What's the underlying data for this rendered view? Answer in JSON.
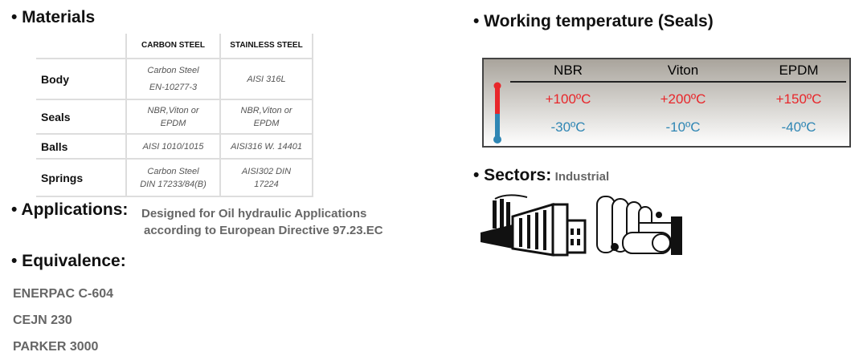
{
  "materials": {
    "title": "• Materials",
    "columns": [
      "CARBON STEEL",
      "STAINLESS STEEL"
    ],
    "rows": [
      {
        "label": "Body",
        "carbon": [
          "Carbon Steel",
          "EN-10277-3"
        ],
        "stainless": "AISI 316L"
      },
      {
        "label": "Seals",
        "carbon": [
          "NBR,Viton or",
          "EPDM"
        ],
        "stainless": [
          "NBR,Viton or",
          "EPDM"
        ]
      },
      {
        "label": "Balls",
        "carbon": "AISI 1010/1015",
        "stainless": "AISI316 W. 14401"
      },
      {
        "label": "Springs",
        "carbon": [
          "Carbon Steel",
          "DIN 17233/84(B)"
        ],
        "stainless": [
          "AISI302 DIN",
          "17224"
        ]
      }
    ]
  },
  "applications": {
    "title": "• Applications:",
    "text": [
      "Designed for Oil hydraulic Applications",
      "according to European Directive 97.23.EC"
    ]
  },
  "equivalence": {
    "title": "• Equivalence:",
    "items": [
      "ENERPAC C-604",
      "CEJN 230",
      "PARKER 3000"
    ]
  },
  "temperature": {
    "title": "• Working temperature (Seals)",
    "columns": [
      {
        "name": "NBR",
        "max": "+100ºC",
        "min": "-30ºC"
      },
      {
        "name": "Viton",
        "max": "+200ºC",
        "min": "-10ºC"
      },
      {
        "name": "EPDM",
        "max": "+150ºC",
        "min": "-40ºC"
      }
    ],
    "colors": {
      "hot": "#e8262a",
      "cold": "#2f86b4"
    }
  },
  "sectors": {
    "title": "• Sectors:",
    "value": "Industrial"
  }
}
